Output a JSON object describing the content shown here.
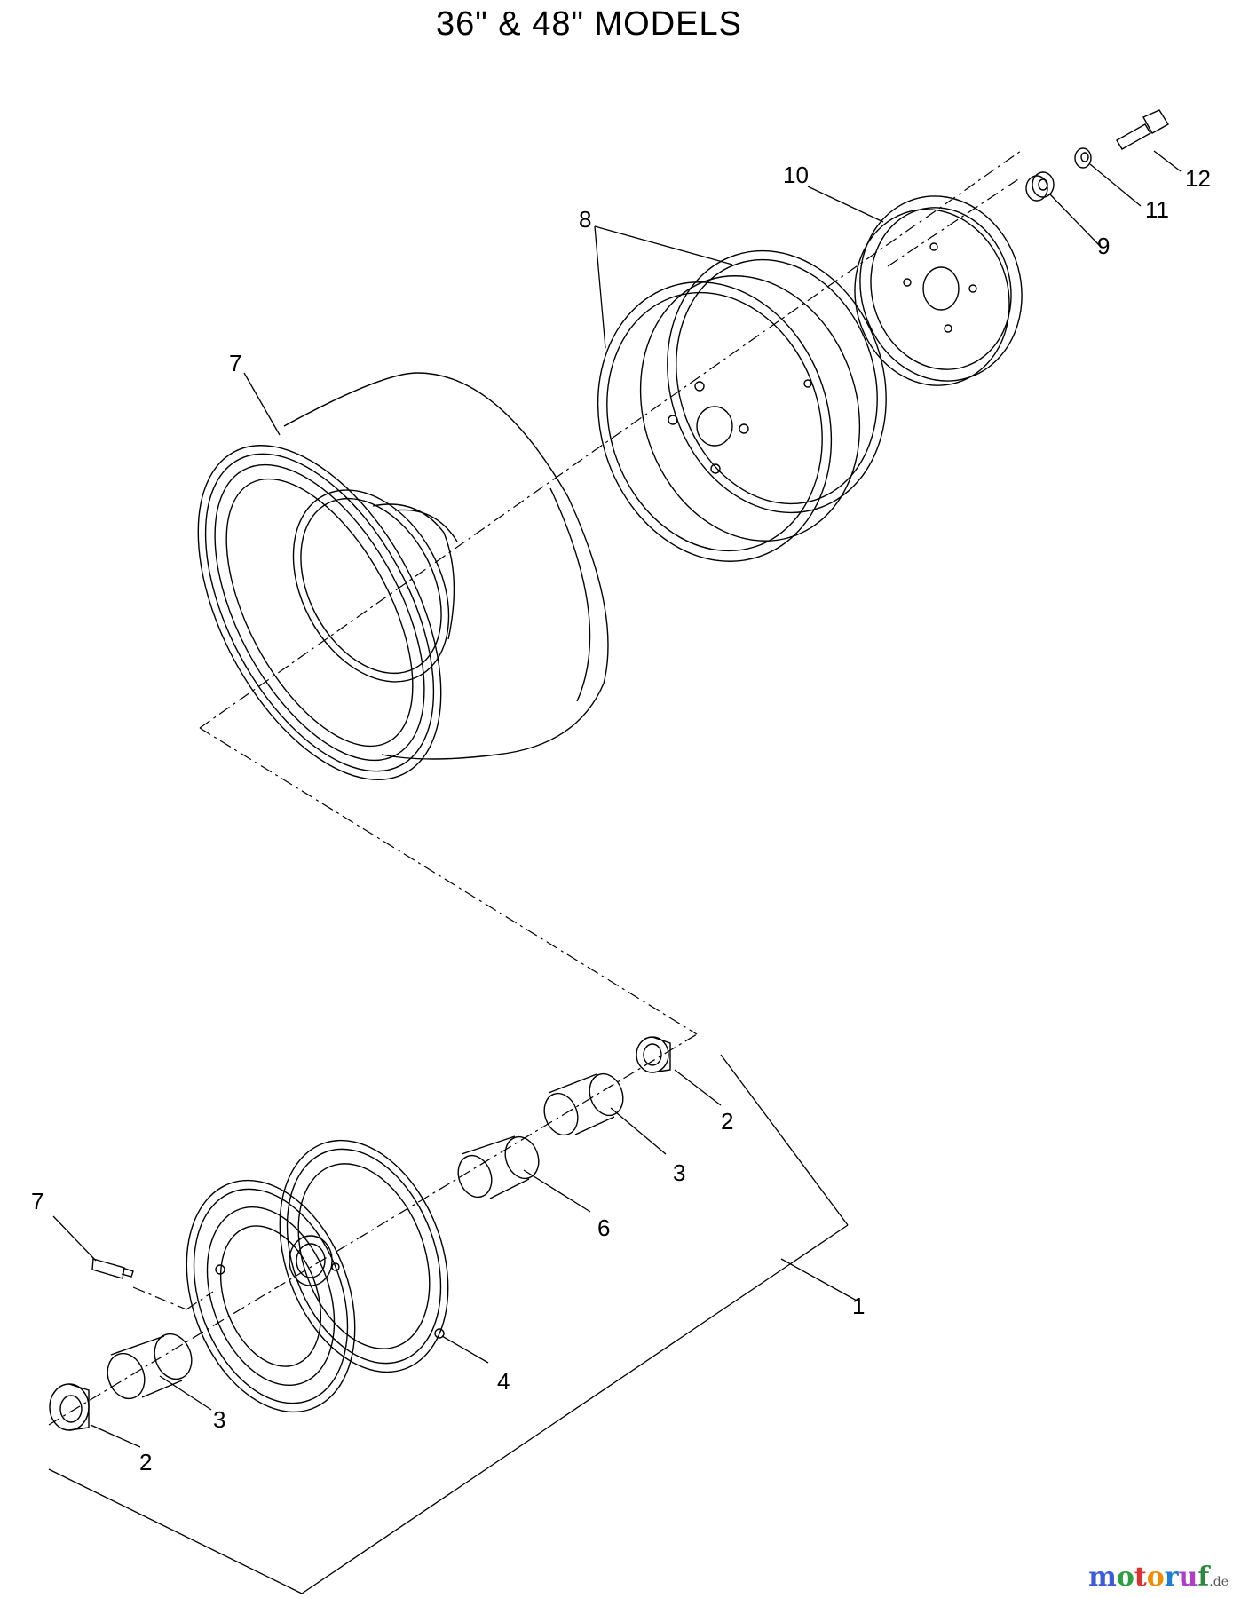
{
  "title": "36\" & 48\" MODELS",
  "callouts": {
    "c7_top": "7",
    "c8": "8",
    "c10": "10",
    "c9": "9",
    "c11": "11",
    "c12": "12",
    "c1": "1",
    "c2_top": "2",
    "c3_top": "3",
    "c6": "6",
    "c7_bot": "7",
    "c4": "4",
    "c3_bot": "3",
    "c2_bot": "2"
  },
  "watermark": {
    "letters": [
      "m",
      "o",
      "t",
      "o",
      "r",
      "u",
      "f"
    ],
    "colors": [
      "#3b5bdb",
      "#2f9e44",
      "#e03131",
      "#f08c00",
      "#1c7ed6",
      "#ae3ec9",
      "#2b8a3e"
    ],
    "suffix": ".de"
  }
}
